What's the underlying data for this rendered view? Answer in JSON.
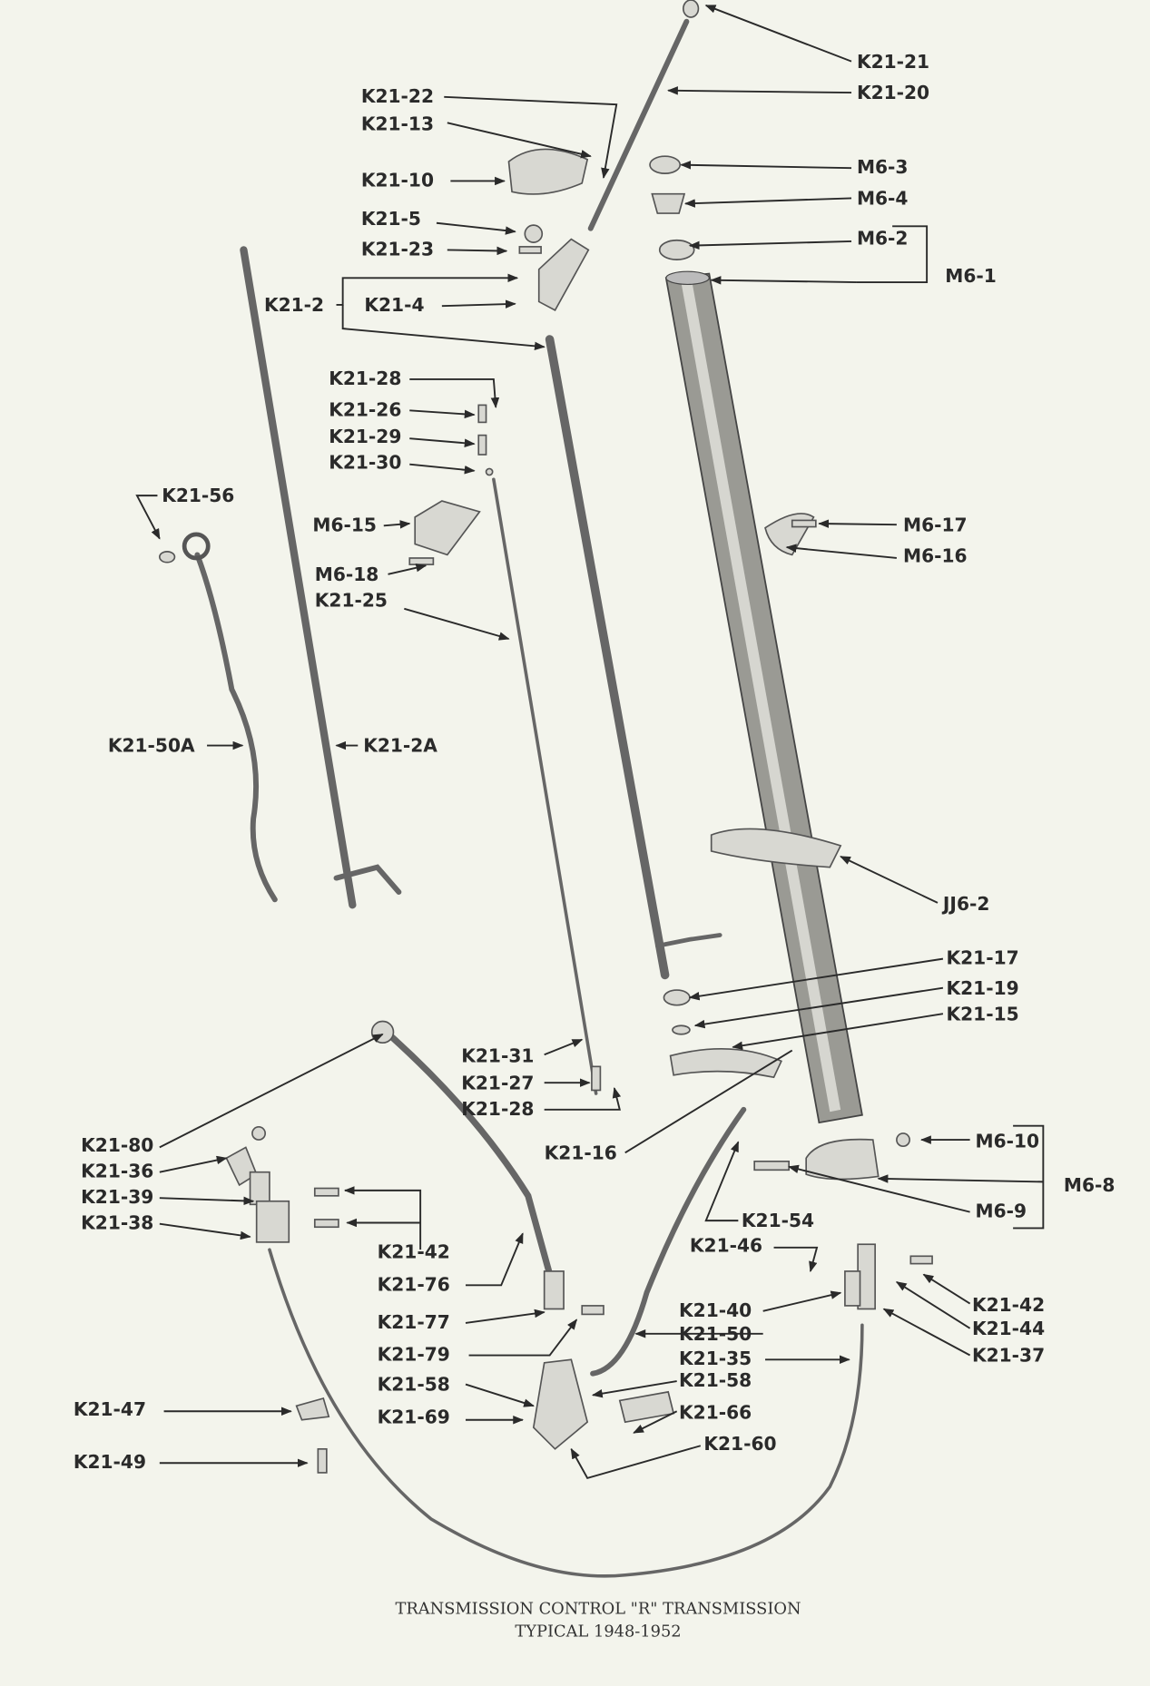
{
  "labels": {
    "k21_21": "K21-21",
    "k21_20": "K21-20",
    "k21_22": "K21-22",
    "k21_13": "K21-13",
    "k21_10": "K21-10",
    "k21_5": "K21-5",
    "k21_23": "K21-23",
    "k21_2": "K21-2",
    "k21_4": "K21-4",
    "m6_3": "M6-3",
    "m6_4": "M6-4",
    "m6_2": "M6-2",
    "m6_1": "M6-1",
    "k21_28a": "K21-28",
    "k21_26": "K21-26",
    "k21_29": "K21-29",
    "k21_30": "K21-30",
    "k21_56": "K21-56",
    "m6_15": "M6-15",
    "m6_18": "M6-18",
    "k21_25": "K21-25",
    "m6_17": "M6-17",
    "m6_16": "M6-16",
    "k21_50a": "K21-50A",
    "k21_2a": "K21-2A",
    "jj6_2": "JJ6-2",
    "k21_17": "K21-17",
    "k21_19": "K21-19",
    "k21_15": "K21-15",
    "k21_31": "K21-31",
    "k21_27": "K21-27",
    "k21_28b": "K21-28",
    "k21_16": "K21-16",
    "m6_10": "M6-10",
    "m6_8": "M6-8",
    "m6_9": "M6-9",
    "k21_54": "K21-54",
    "k21_46": "K21-46",
    "k21_42b": "K21-42",
    "k21_44": "K21-44",
    "k21_37": "K21-37",
    "k21_40": "K21-40",
    "k21_50": "K21-50",
    "k21_35": "K21-35",
    "k21_58b": "K21-58",
    "k21_66": "K21-66",
    "k21_60": "K21-60",
    "k21_80": "K21-80",
    "k21_36": "K21-36",
    "k21_39": "K21-39",
    "k21_38": "K21-38",
    "k21_42a": "K21-42",
    "k21_76": "K21-76",
    "k21_77": "K21-77",
    "k21_79": "K21-79",
    "k21_58a": "K21-58",
    "k21_69": "K21-69",
    "k21_47": "K21-47",
    "k21_49": "K21-49"
  },
  "caption": {
    "line1": "TRANSMISSION CONTROL \"R\" TRANSMISSION",
    "line2": "TYPICAL 1948-1952"
  }
}
